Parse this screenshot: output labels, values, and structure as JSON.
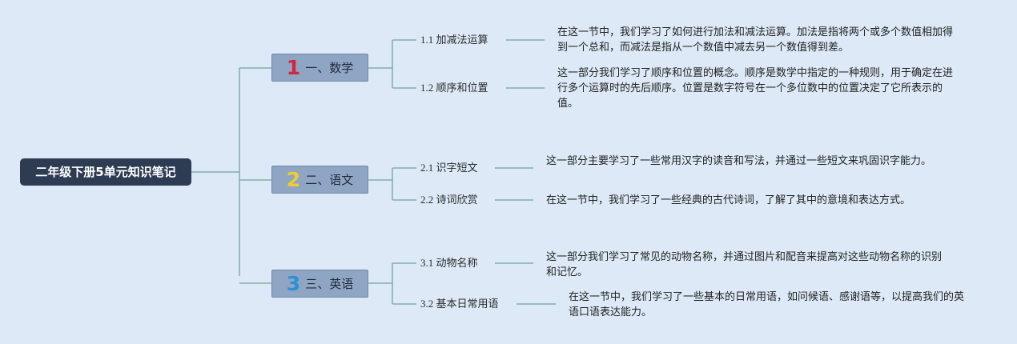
{
  "root": {
    "title": "二年级下册5单元知识笔记"
  },
  "colors": {
    "line": "#6fa3a0",
    "root_bg": "#2d3b53",
    "branch_bg": "#8ea6c4",
    "num1": "#d8243b",
    "num2": "#f0cc2c",
    "num3": "#2c8fd8"
  },
  "branches": [
    {
      "num": "1",
      "label": "一、数学",
      "subs": [
        {
          "label": "1.1 加减法运算",
          "note": "在这一节中，我们学习了如何进行加法和减法运算。加法是指将两个或多个数值相加得到一个总和，而减法是指从一个数值中减去另一个数值得到差。"
        },
        {
          "label": "1.2 顺序和位置",
          "note": "这一部分我们学习了顺序和位置的概念。顺序是数学中指定的一种规则，用于确定在进行多个运算时的先后顺序。位置是数字符号在一个多位数中的位置决定了它所表示的值。"
        }
      ]
    },
    {
      "num": "2",
      "label": "二、语文",
      "subs": [
        {
          "label": "2.1 识字短文",
          "note": "这一部分主要学习了一些常用汉字的读音和写法，并通过一些短文来巩固识字能力。"
        },
        {
          "label": "2.2 诗词欣赏",
          "note": "在这一节中，我们学习了一些经典的古代诗词，了解了其中的意境和表达方式。"
        }
      ]
    },
    {
      "num": "3",
      "label": "三、英语",
      "subs": [
        {
          "label": "3.1 动物名称",
          "note": "这一部分我们学习了常见的动物名称，并通过图片和配音来提高对这些动物名称的识别和记忆。"
        },
        {
          "label": "3.2 基本日常用语",
          "note": "在这一节中，我们学习了一些基本的日常用语，如问候语、感谢语等，以提高我们的英语口语表达能力。"
        }
      ]
    }
  ]
}
